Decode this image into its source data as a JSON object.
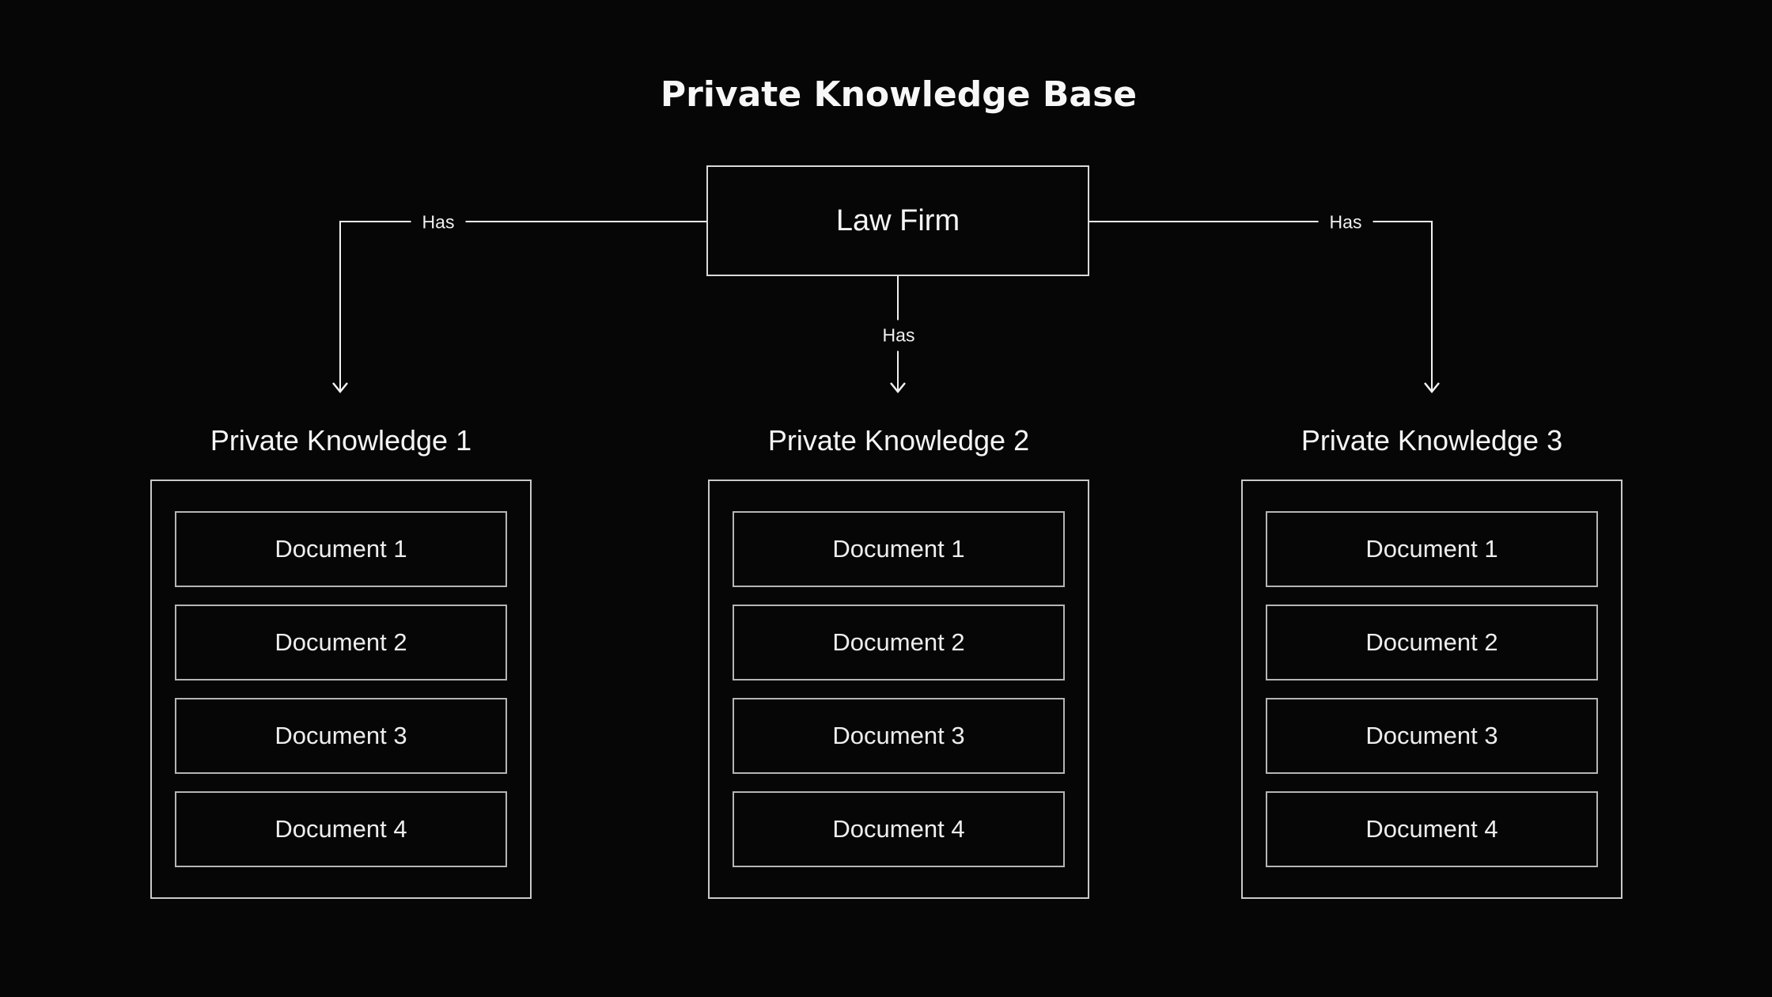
{
  "title": "Private Knowledge Base",
  "root": {
    "label": "Law Firm"
  },
  "edges": [
    {
      "label": "Has",
      "from": "Law Firm",
      "to": "Private Knowledge 1"
    },
    {
      "label": "Has",
      "from": "Law Firm",
      "to": "Private Knowledge 2"
    },
    {
      "label": "Has",
      "from": "Law Firm",
      "to": "Private Knowledge 3"
    }
  ],
  "groups": [
    {
      "label": "Private Knowledge 1",
      "documents": [
        "Document 1",
        "Document 2",
        "Document 3",
        "Document 4"
      ]
    },
    {
      "label": "Private Knowledge 2",
      "documents": [
        "Document 1",
        "Document 2",
        "Document 3",
        "Document 4"
      ]
    },
    {
      "label": "Private Knowledge 3",
      "documents": [
        "Document 1",
        "Document 2",
        "Document 3",
        "Document 4"
      ]
    }
  ],
  "colors": {
    "background": "#060606",
    "text": "#f5f5f5",
    "root_node_border": "#d9d9d9",
    "group_border": "#c9c9c9",
    "document_border": "#b5b5b5",
    "connector": "#f2f2f2"
  }
}
